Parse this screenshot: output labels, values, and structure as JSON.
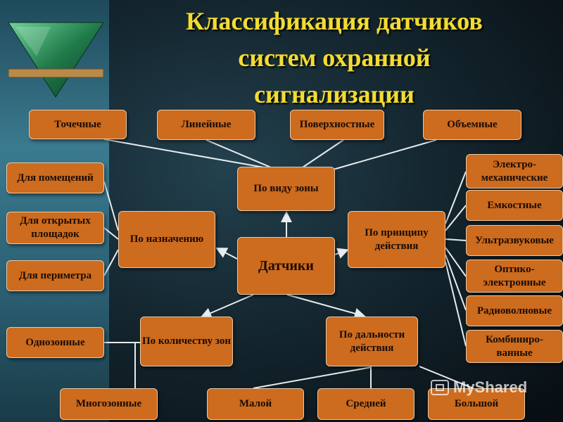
{
  "title": {
    "line1": "Классификация датчиков",
    "line2": "систем охранной",
    "line3": "сигнализации"
  },
  "nodes": {
    "center": "Датчики",
    "by_zone": "По виду зоны",
    "by_purpose": "По назначению",
    "by_principle": "По принципу действия",
    "by_zone_count": "По количеству зон",
    "by_range": "По дальности действия",
    "point": "Точечные",
    "linear": "Линейные",
    "surface": "Поверхностные",
    "volume": "Объемные",
    "indoor": "Для помещений",
    "outdoor": "Для открытых площадок",
    "perimeter": "Для периметра",
    "electromech": "Электро-механические",
    "capacitive": "Емкостные",
    "ultrasonic": "Ультразвуковые",
    "optoelectronic": "Оптико-электронные",
    "radiowave": "Радиоволновые",
    "combined": "Комбиниро-ванные",
    "single_zone": "Однозонные",
    "multi_zone": "Многозонные",
    "short": "Малой",
    "medium": "Средней",
    "long": "Большой"
  },
  "watermark": "MyShared",
  "colors": {
    "node_fill": "#cd6b1e",
    "title": "#f2dc33",
    "connector": "#e6ecef"
  }
}
